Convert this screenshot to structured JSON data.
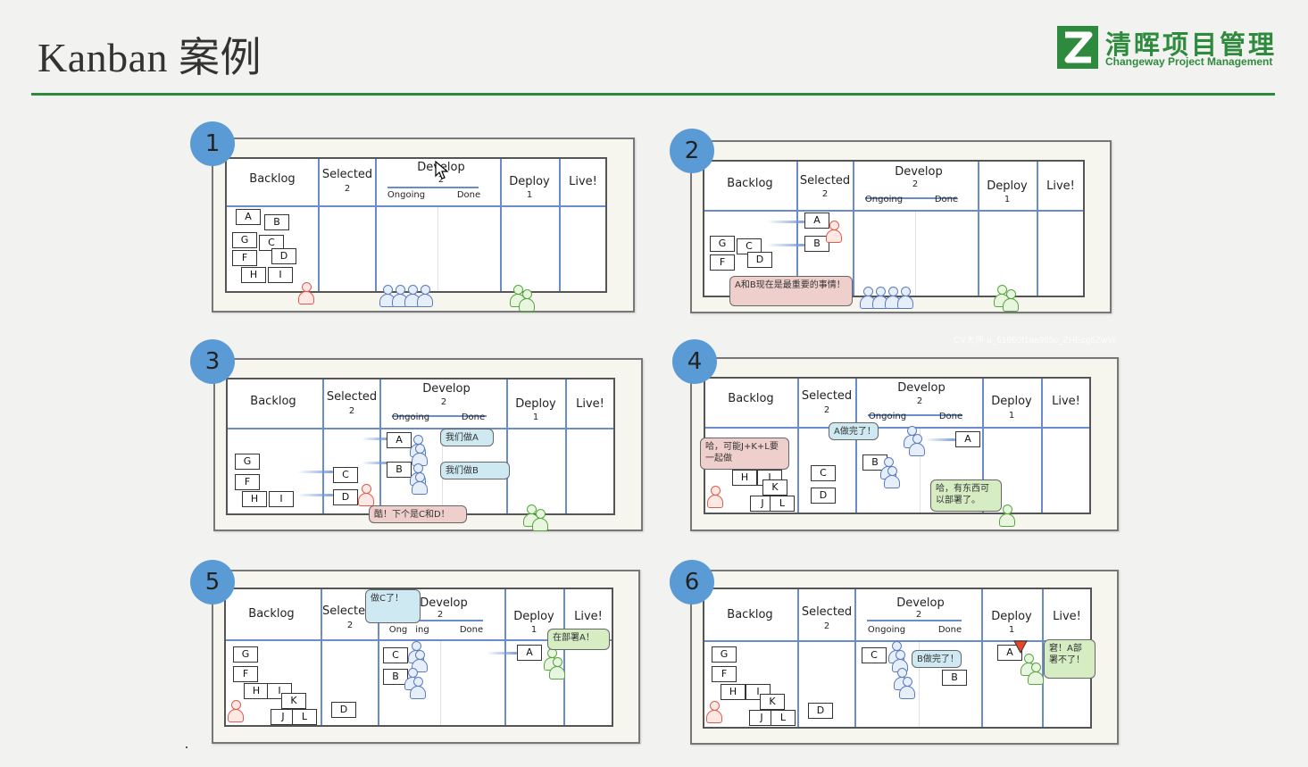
{
  "slide": {
    "title": "Kanban 案例"
  },
  "logo": {
    "cn": "清晖项目管理",
    "en": "Changeway Project Management"
  },
  "watermark": "CV大师-u_61860f1aa985c_ZHEcg5ZwVr",
  "panels": [
    {
      "number": "1",
      "headers": {
        "backlog": "Backlog",
        "selected": "Selected",
        "selected_limit": "2",
        "develop": "Develop",
        "develop_limit": "2",
        "ongoing": "Ongoing",
        "done": "Done",
        "deploy": "Deploy",
        "deploy_limit": "1",
        "live": "Live!"
      },
      "cards": [
        "A",
        "B",
        "G",
        "C",
        "D",
        "F",
        "H",
        "I"
      ]
    },
    {
      "number": "2",
      "headers": {
        "backlog": "Backlog",
        "selected": "Selected",
        "selected_limit": "2",
        "develop": "Develop",
        "develop_limit": "2",
        "ongoing": "Ongoing",
        "done": "Done",
        "deploy": "Deploy",
        "deploy_limit": "1",
        "live": "Live!"
      },
      "cards": [
        "A",
        "B",
        "G",
        "C",
        "F",
        "D"
      ],
      "bubbles": [
        "A和B现在是最重要的事情！"
      ]
    },
    {
      "number": "3",
      "headers": {
        "backlog": "Backlog",
        "selected": "Selected",
        "selected_limit": "2",
        "develop": "Develop",
        "develop_limit": "2",
        "ongoing": "Ongoing",
        "done": "Done",
        "deploy": "Deploy",
        "deploy_limit": "1",
        "live": "Live!"
      },
      "cards": [
        "G",
        "F",
        "H",
        "I",
        "C",
        "D",
        "A",
        "B"
      ],
      "bubbles": [
        "我们做A",
        "我们做B",
        "酷！下个是C和D！"
      ]
    },
    {
      "number": "4",
      "headers": {
        "backlog": "Backlog",
        "selected": "Selected",
        "selected_limit": "2",
        "develop": "Develop",
        "develop_limit": "2",
        "ongoing": "Ongoing",
        "done": "Done",
        "deploy": "Deploy",
        "deploy_limit": "1",
        "live": "Live!"
      },
      "cards": [
        "H",
        "I",
        "K",
        "J",
        "L",
        "C",
        "D",
        "B",
        "A"
      ],
      "bubbles": [
        "哈，可能J+K+L要一起做",
        "A做完了！",
        "哈，有东西可以部署了。"
      ]
    },
    {
      "number": "5",
      "headers": {
        "backlog": "Backlog",
        "selected": "Selecte",
        "selected_limit": "2",
        "develop": "Develop",
        "develop_limit": "2",
        "ongoing": "Ong",
        "ongoing_tail": "ing",
        "done": "Done",
        "deploy": "Deploy",
        "deploy_limit": "1",
        "live": "Live!"
      },
      "cards": [
        "G",
        "F",
        "H",
        "I",
        "K",
        "J",
        "L",
        "D",
        "C",
        "B",
        "A"
      ],
      "bubbles": [
        "做C了！",
        "在部署A！"
      ]
    },
    {
      "number": "6",
      "headers": {
        "backlog": "Backlog",
        "selected": "Selected",
        "selected_limit": "2",
        "develop": "Develop",
        "develop_limit": "2",
        "ongoing": "Ongoing",
        "done": "Done",
        "deploy": "Deploy",
        "deploy_limit": "1",
        "live": "Live!"
      },
      "cards": [
        "G",
        "F",
        "H",
        "I",
        "K",
        "J",
        "L",
        "D",
        "C",
        "B",
        "A"
      ],
      "bubbles": [
        "B做完了！",
        "窘！A部署不了！"
      ]
    }
  ]
}
